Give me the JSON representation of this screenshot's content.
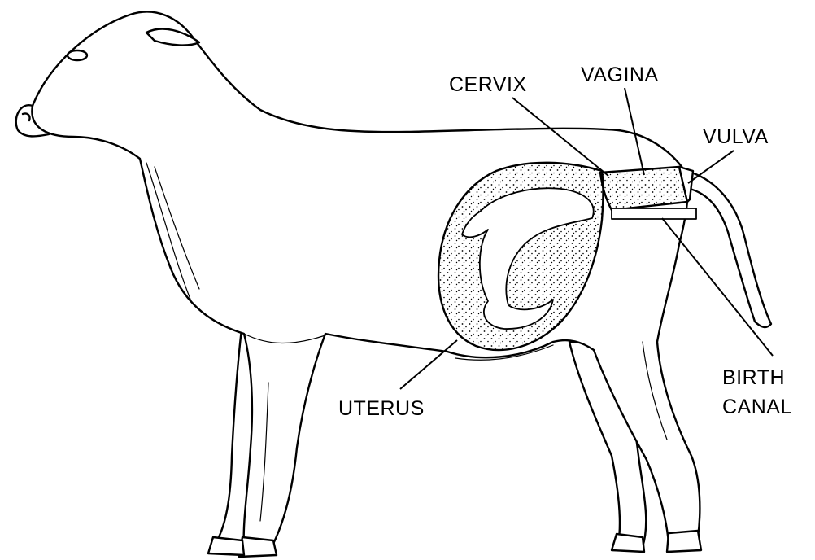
{
  "labels": {
    "cervix": "CERVIX",
    "vagina": "VAGINA",
    "vulva": "VULVA",
    "uterus": "UTERUS",
    "birth_canal_line1": "BIRTH",
    "birth_canal_line2": "CANAL"
  },
  "colors": {
    "ink": "#000000",
    "paper": "#ffffff"
  }
}
